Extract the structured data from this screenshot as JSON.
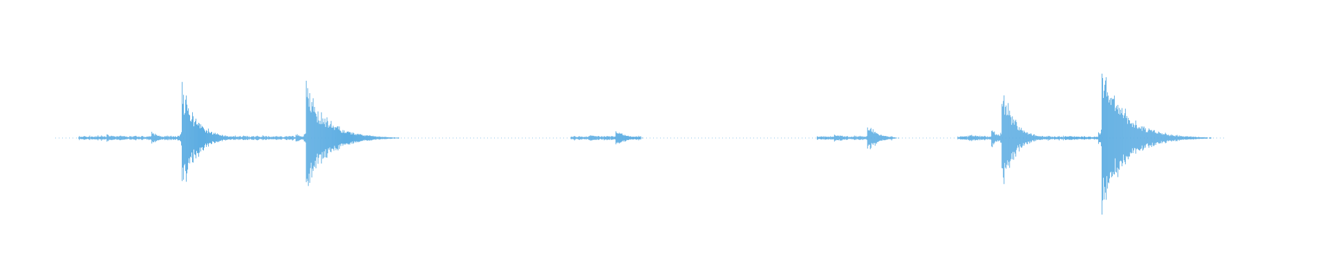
{
  "waveform": {
    "color": "#5dade2",
    "baseline_gap_color": "#5dade2",
    "duration_units": "normalized",
    "amplitude_units": "normalized",
    "transients": [
      {
        "t": 0.044,
        "amp": 0.03,
        "decay": 0.01
      },
      {
        "t": 0.082,
        "amp": 0.05,
        "decay": 0.008
      },
      {
        "t": 0.108,
        "amp": 0.45,
        "decay": 0.012
      },
      {
        "t": 0.205,
        "amp": 0.04,
        "decay": 0.006
      },
      {
        "t": 0.214,
        "amp": 0.41,
        "decay": 0.018
      },
      {
        "t": 0.455,
        "amp": 0.03,
        "decay": 0.012
      },
      {
        "t": 0.478,
        "amp": 0.06,
        "decay": 0.01
      },
      {
        "t": 0.665,
        "amp": 0.03,
        "decay": 0.012
      },
      {
        "t": 0.693,
        "amp": 0.13,
        "decay": 0.008
      },
      {
        "t": 0.78,
        "amp": 0.03,
        "decay": 0.01
      },
      {
        "t": 0.799,
        "amp": 0.08,
        "decay": 0.006
      },
      {
        "t": 0.808,
        "amp": 0.44,
        "decay": 0.01
      },
      {
        "t": 0.89,
        "amp": 0.05,
        "decay": 0.01
      },
      {
        "t": 0.893,
        "amp": 0.57,
        "decay": 0.02
      }
    ],
    "silent_segments": [
      [
        0.0,
        0.02
      ],
      [
        0.27,
        0.44
      ],
      [
        0.5,
        0.65
      ],
      [
        0.715,
        0.77
      ],
      [
        0.935,
        1.0
      ]
    ]
  }
}
